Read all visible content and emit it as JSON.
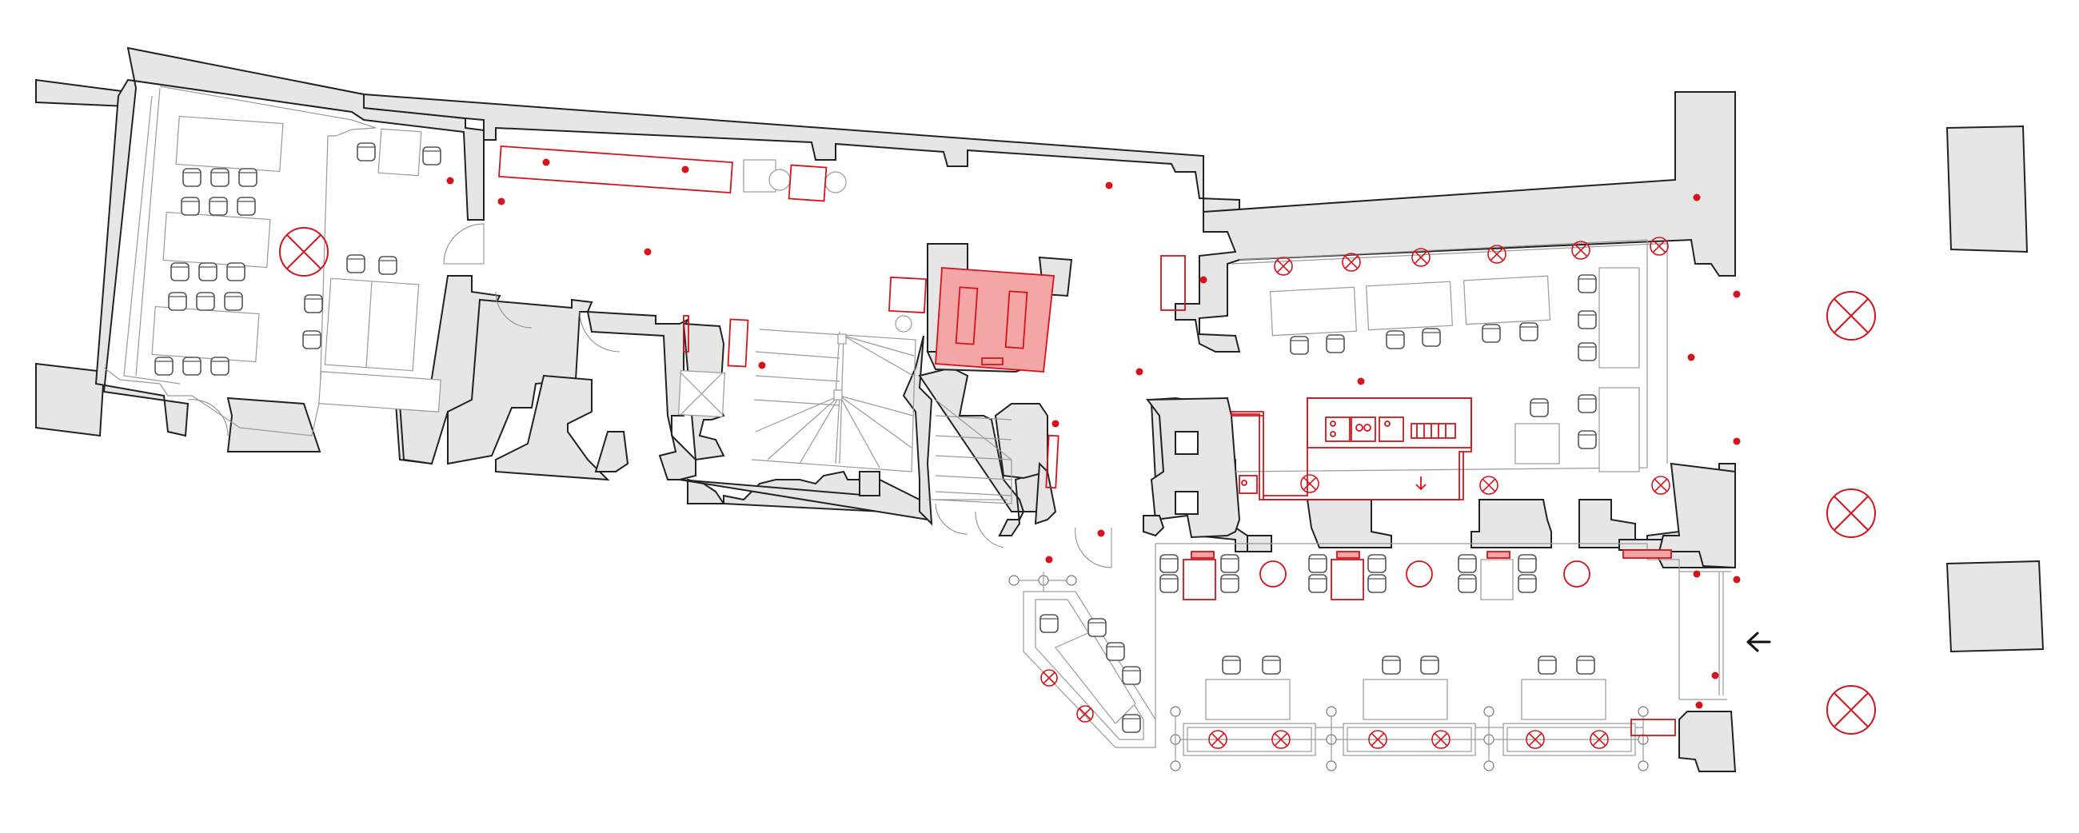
{
  "plan": {
    "accent_color": "#d6131b",
    "accent_fill": "#f4a5a5",
    "wall_color": "#e6e6e6",
    "icons": [
      "entrance-arrow-icon",
      "pendant-lamp-icon",
      "light-point-icon"
    ],
    "lamp_rows": {
      "bar_wall": 6,
      "counter": 4,
      "terrace_front": 6,
      "terrace_tables": 2,
      "street": 3,
      "dining_room": 1
    },
    "light_point_count": 22
  }
}
